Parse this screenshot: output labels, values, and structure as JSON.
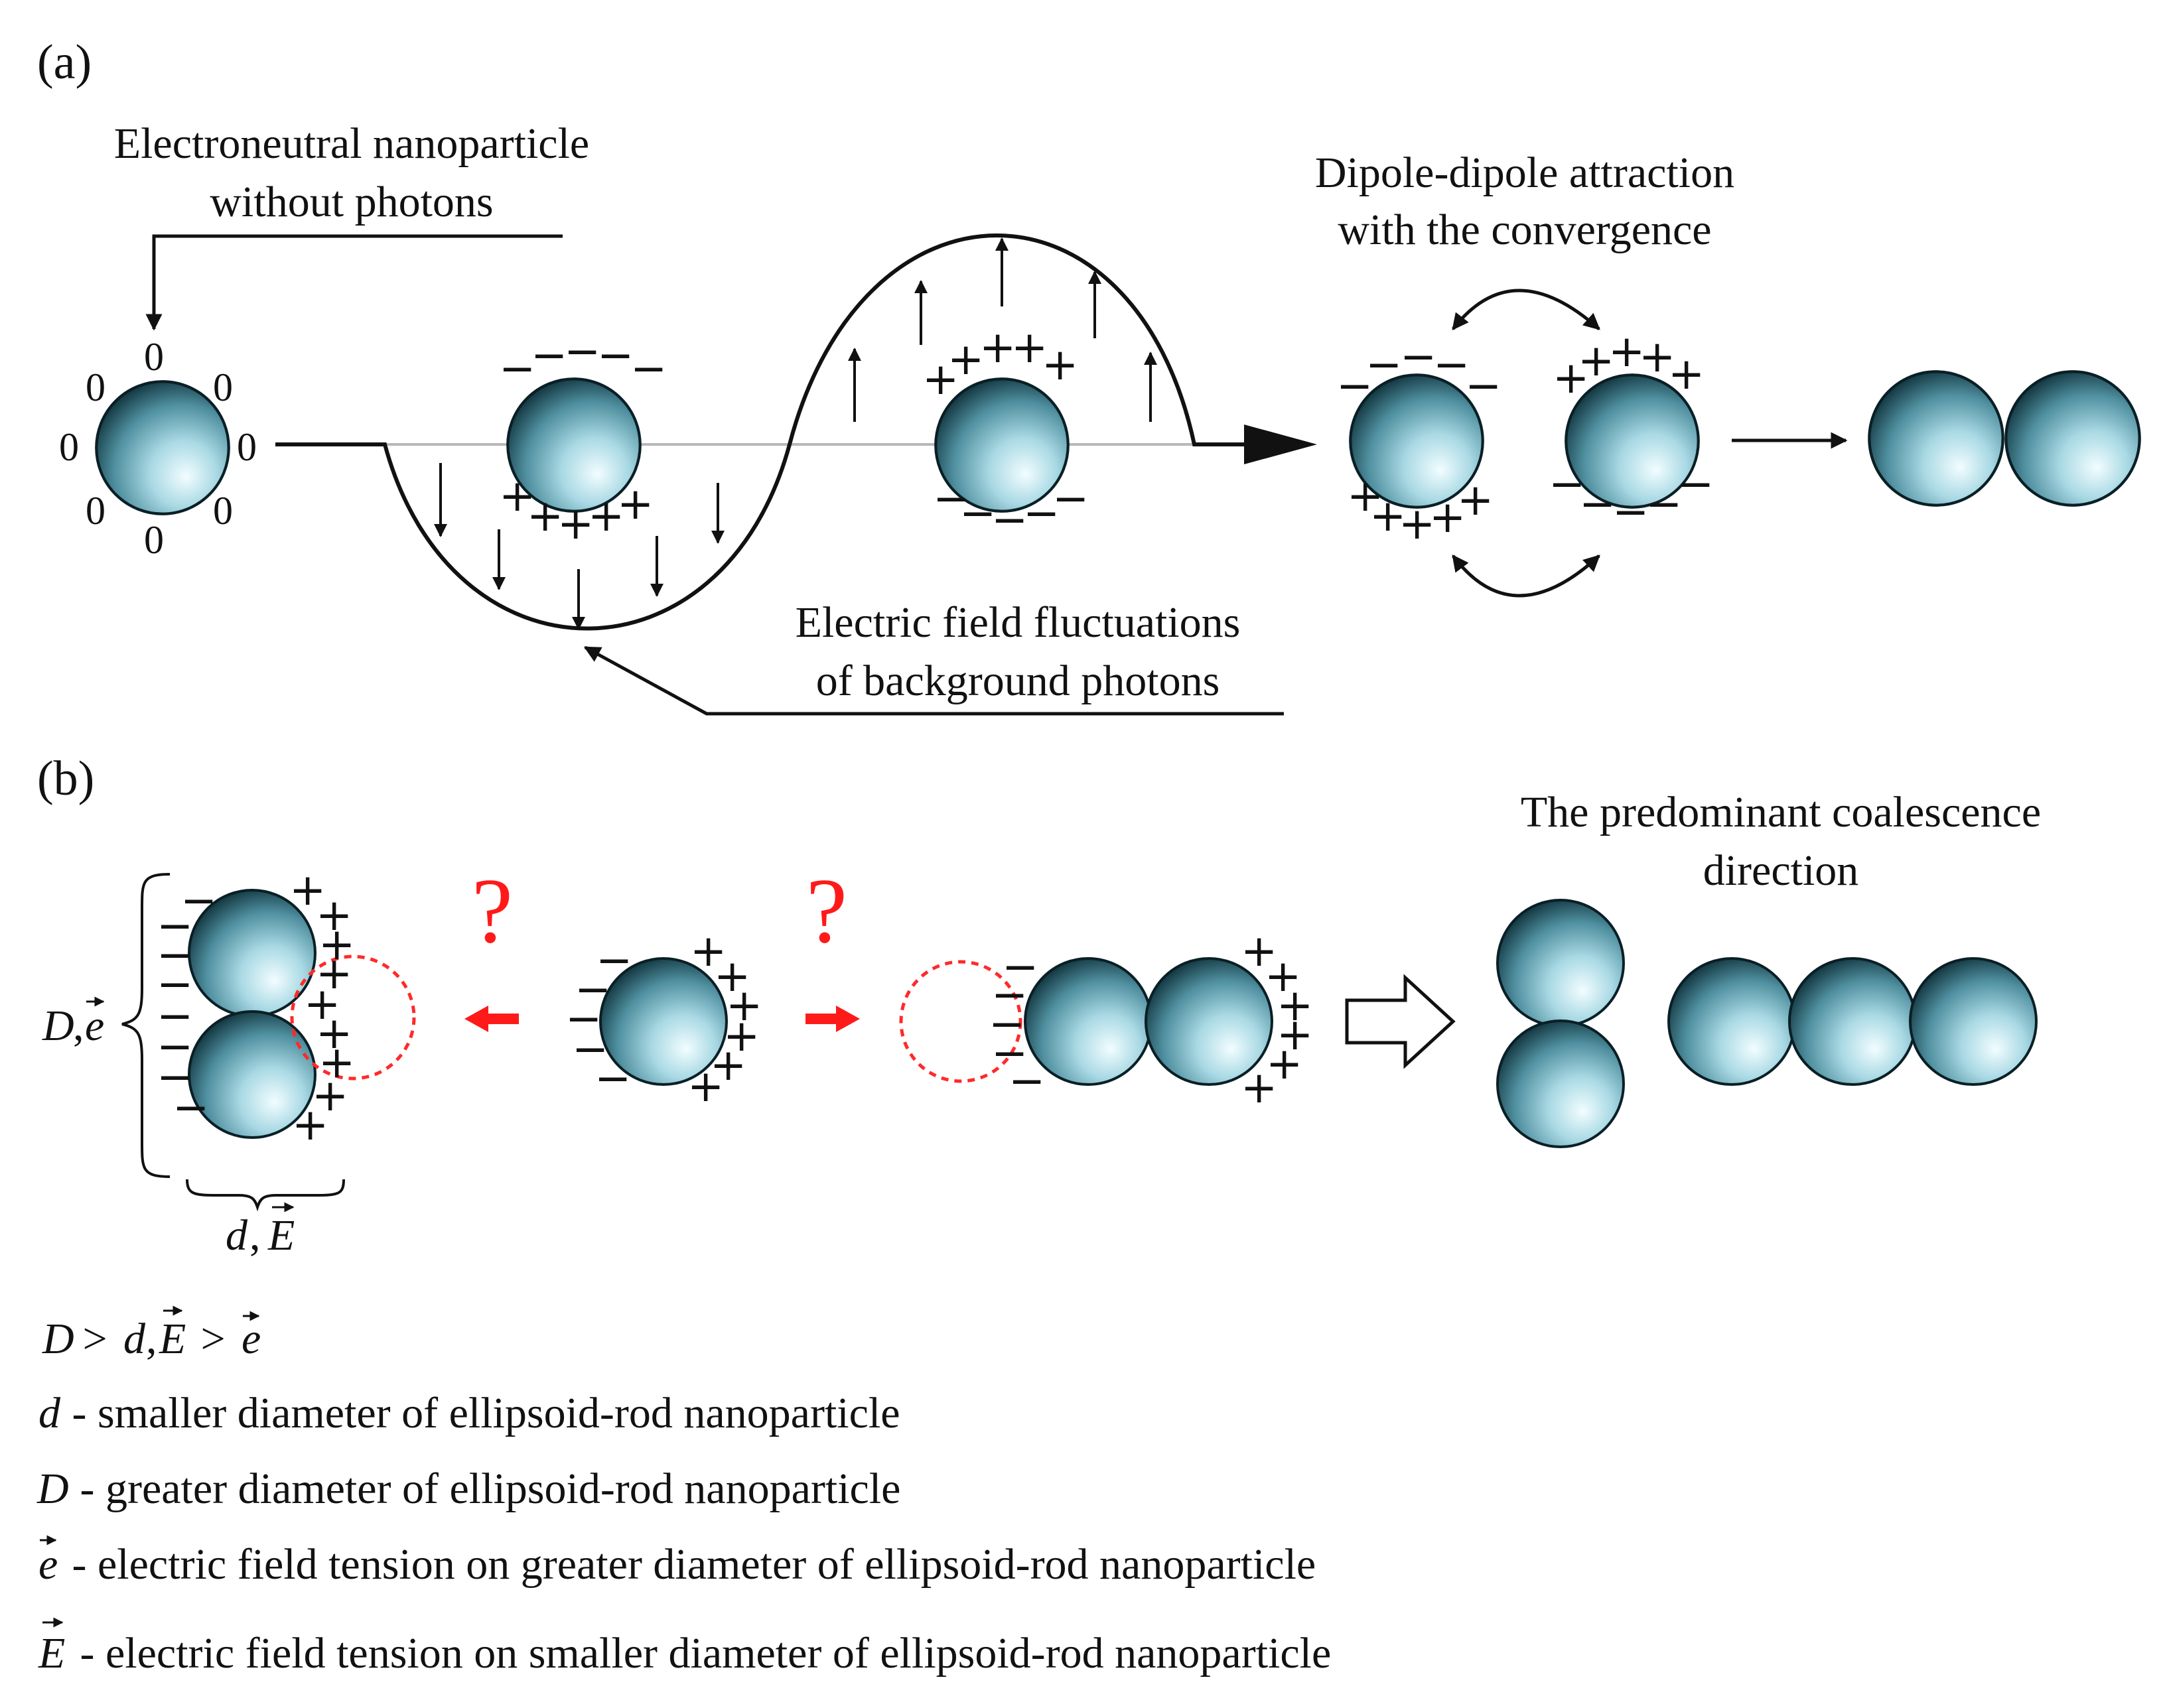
{
  "panels": {
    "a": "(a)",
    "b": "(b)"
  },
  "labels": {
    "neutral_line1": "Electroneutral nanoparticle",
    "neutral_line2": "without photons",
    "dipole_line1": "Dipole-dipole attraction",
    "dipole_line2": "with the convergence",
    "field_line1": "Electric field fluctuations",
    "field_line2": "of background photons",
    "coalescence_line1": "The predominant coalescence",
    "coalescence_line2": "direction",
    "question": "?",
    "zero": "0",
    "plus": "+",
    "minus": "−"
  },
  "dims": {
    "D_label": "D",
    "e_label": "e",
    "d_label": "d",
    "E_label": "E",
    "comma": ","
  },
  "legend": {
    "inequality_D": "D",
    "inequality_gt": " > ",
    "inequality_d": "d",
    "inequality_comma": ",",
    "inequality_E": "E",
    "inequality_e": "e",
    "d_sym": "d",
    "d_text": " - smaller diameter of ellipsoid-rod nanoparticle",
    "D_sym": "D",
    "D_text": " - greater diameter of ellipsoid-rod nanoparticle",
    "e_sym": "e",
    "e_text": " - electric field tension on greater diameter of ellipsoid-rod nanoparticle",
    "E_sym": "E",
    "E_text": " - electric field tension on smaller diameter of ellipsoid-rod nanoparticle"
  },
  "colors": {
    "sphere_light": "#f2fdff",
    "sphere_mid": "#7fbccb",
    "sphere_dark": "#0c2d36",
    "question_red": "#ff1a1a"
  },
  "icons": {
    "sphere": "nanoparticle-sphere-icon",
    "arrow": "arrow-icon",
    "hollow_arrow": "hollow-arrow-icon",
    "red_arrow": "red-arrow-icon",
    "dashed_circle": "dashed-circle-icon"
  }
}
